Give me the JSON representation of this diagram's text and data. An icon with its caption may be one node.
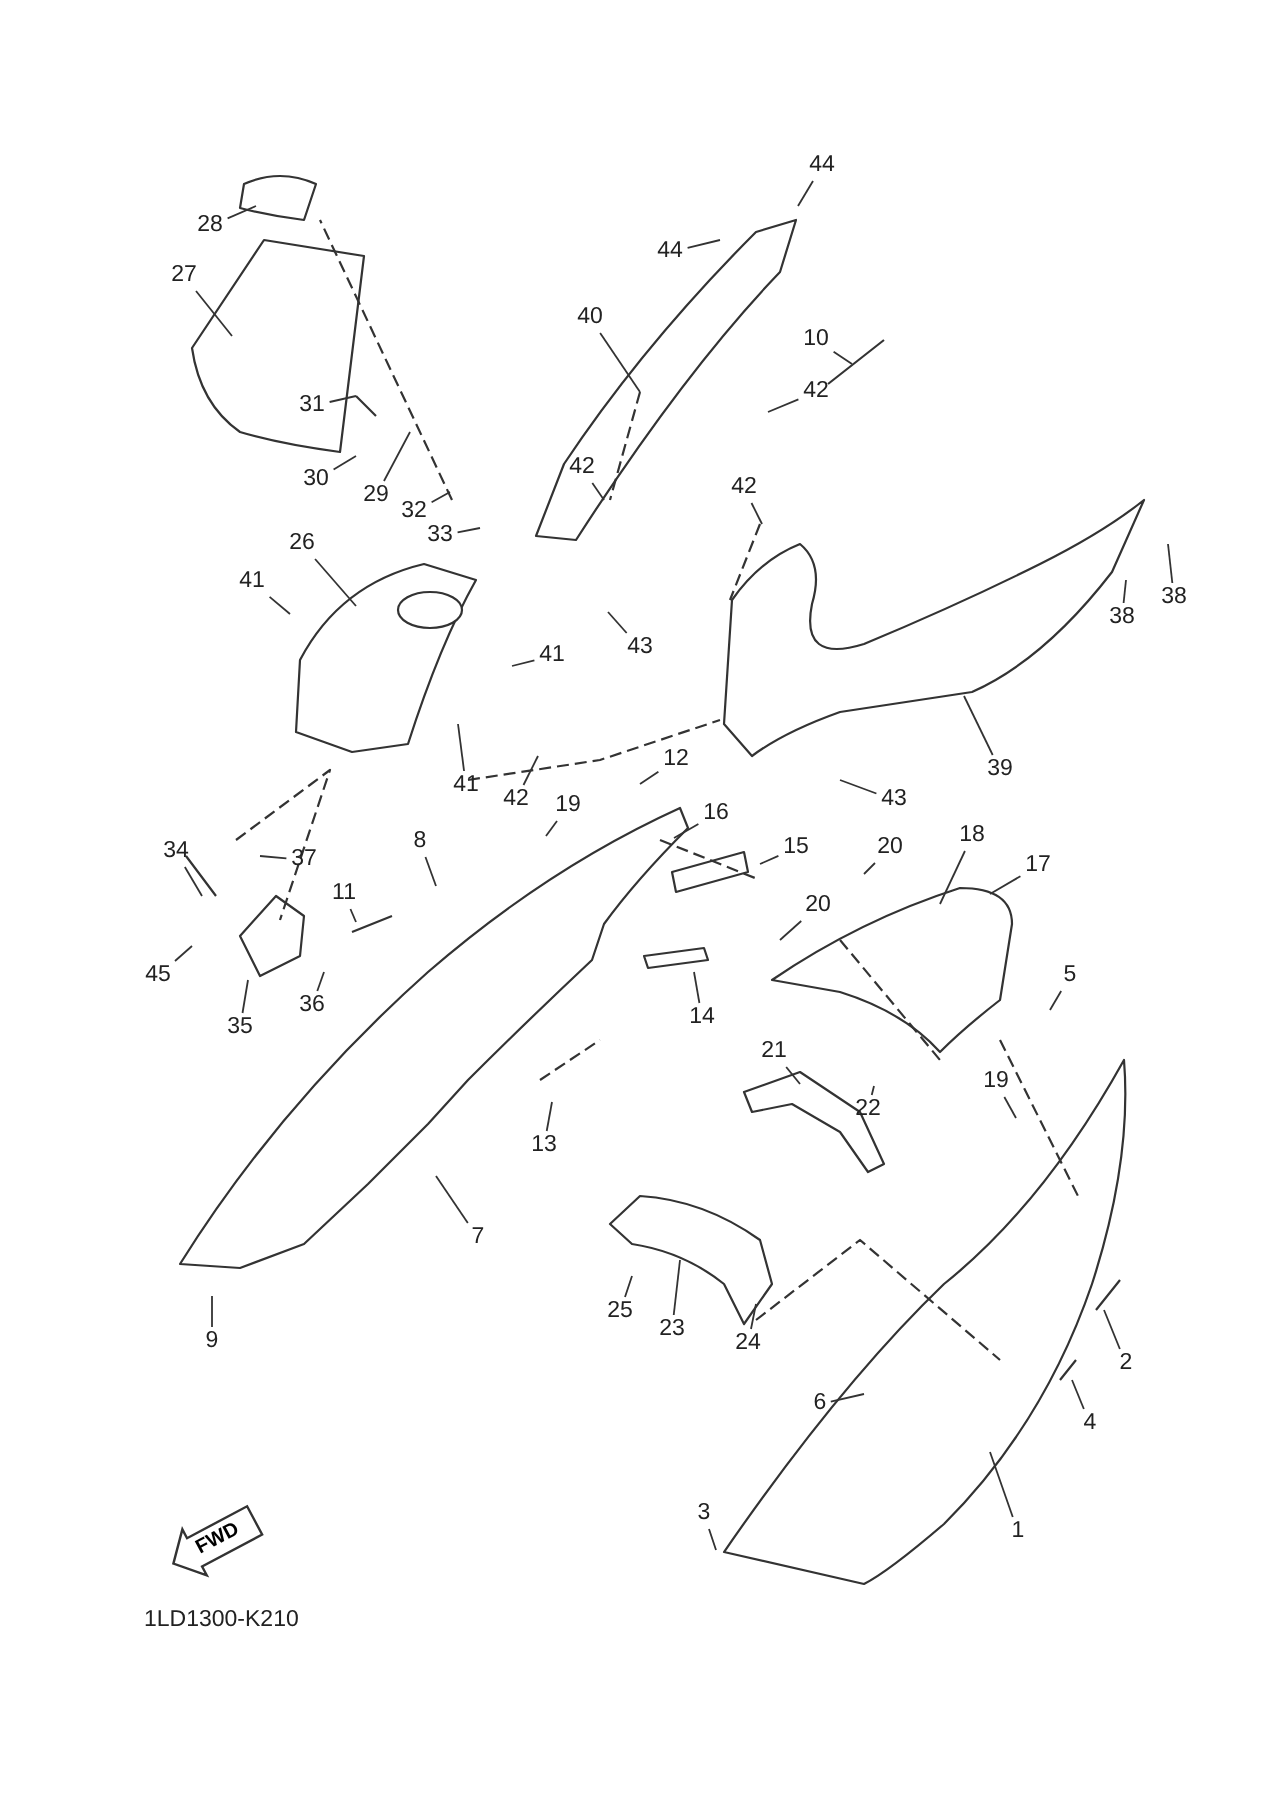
{
  "diagram": {
    "nodes": [
      {
        "text": [
          "28"
        ]
      },
      {
        "text": [
          "27"
        ]
      },
      {
        "text": [
          "31"
        ]
      },
      {
        "text": [
          "30"
        ]
      },
      {
        "text": [
          "29"
        ]
      },
      {
        "text": [
          "32"
        ]
      },
      {
        "text": [
          "33"
        ]
      },
      {
        "text": [
          "26"
        ]
      },
      {
        "text": [
          "41"
        ]
      },
      {
        "text": [
          "41"
        ]
      },
      {
        "text": [
          "41"
        ]
      },
      {
        "text": [
          "40"
        ]
      },
      {
        "text": [
          "44"
        ]
      },
      {
        "text": [
          "44"
        ]
      },
      {
        "text": [
          "42"
        ]
      },
      {
        "text": [
          "42"
        ]
      },
      {
        "text": [
          "42"
        ]
      },
      {
        "text": [
          "43"
        ]
      },
      {
        "text": [
          "43"
        ]
      },
      {
        "text": [
          "10"
        ]
      },
      {
        "text": [
          "38"
        ]
      },
      {
        "text": [
          "38"
        ]
      },
      {
        "text": [
          "39"
        ]
      },
      {
        "text": [
          "42"
        ]
      },
      {
        "text": [
          "12"
        ]
      },
      {
        "text": [
          "19"
        ]
      },
      {
        "text": [
          "16"
        ]
      },
      {
        "text": [
          "15"
        ]
      },
      {
        "text": [
          "20"
        ]
      },
      {
        "text": [
          "18"
        ]
      },
      {
        "text": [
          "17"
        ]
      },
      {
        "text": [
          "20"
        ]
      },
      {
        "text": [
          "34"
        ]
      },
      {
        "text": [
          "37"
        ]
      },
      {
        "text": [
          "8"
        ]
      },
      {
        "text": [
          "11"
        ]
      },
      {
        "text": [
          "45"
        ]
      },
      {
        "text": [
          "36"
        ]
      },
      {
        "text": [
          "35"
        ]
      },
      {
        "text": [
          "14"
        ]
      },
      {
        "text": [
          "5"
        ]
      },
      {
        "text": [
          "21"
        ]
      },
      {
        "text": [
          "22"
        ]
      },
      {
        "text": [
          "19"
        ]
      },
      {
        "text": [
          "13"
        ]
      },
      {
        "text": [
          "7"
        ]
      },
      {
        "text": [
          "9"
        ]
      },
      {
        "text": [
          "25"
        ]
      },
      {
        "text": [
          "23"
        ]
      },
      {
        "text": [
          "24"
        ]
      },
      {
        "text": [
          "6"
        ]
      },
      {
        "text": [
          "2"
        ]
      },
      {
        "text": [
          "4"
        ]
      },
      {
        "text": [
          "3"
        ]
      },
      {
        "text": [
          "1"
        ]
      },
      {
        "text": [
          "FWD"
        ]
      }
    ],
    "edges": [
      {
        "from": 0,
        "to": null,
        "arrow": "none"
      },
      {
        "from": 1,
        "to": null,
        "arrow": "none"
      },
      {
        "from": 2,
        "to": null,
        "arrow": "none"
      },
      {
        "from": 3,
        "to": null,
        "arrow": "none"
      },
      {
        "from": 4,
        "to": null,
        "arrow": "none"
      },
      {
        "from": 5,
        "to": null,
        "arrow": "none"
      },
      {
        "from": 6,
        "to": null,
        "arrow": "none"
      },
      {
        "from": 7,
        "to": null,
        "arrow": "none"
      },
      {
        "from": 8,
        "to": null,
        "arrow": "none"
      },
      {
        "from": 9,
        "to": null,
        "arrow": "none"
      },
      {
        "from": 10,
        "to": null,
        "arrow": "none"
      },
      {
        "from": 11,
        "to": null,
        "arrow": "none"
      },
      {
        "from": 12,
        "to": null,
        "arrow": "none"
      },
      {
        "from": 13,
        "to": null,
        "arrow": "none"
      },
      {
        "from": 14,
        "to": null,
        "arrow": "none"
      },
      {
        "from": 15,
        "to": null,
        "arrow": "none"
      },
      {
        "from": 16,
        "to": null,
        "arrow": "none"
      },
      {
        "from": 17,
        "to": null,
        "arrow": "none"
      },
      {
        "from": 18,
        "to": null,
        "arrow": "none"
      },
      {
        "from": 19,
        "to": null,
        "arrow": "none"
      },
      {
        "from": 20,
        "to": null,
        "arrow": "none"
      },
      {
        "from": 21,
        "to": null,
        "arrow": "none"
      },
      {
        "from": 22,
        "to": null,
        "arrow": "none"
      },
      {
        "from": 23,
        "to": null,
        "arrow": "none"
      },
      {
        "from": 24,
        "to": null,
        "arrow": "none"
      },
      {
        "from": 25,
        "to": null,
        "arrow": "none"
      },
      {
        "from": 26,
        "to": null,
        "arrow": "none"
      },
      {
        "from": 27,
        "to": null,
        "arrow": "none"
      },
      {
        "from": 28,
        "to": null,
        "arrow": "none"
      },
      {
        "from": 29,
        "to": null,
        "arrow": "none"
      },
      {
        "from": 30,
        "to": null,
        "arrow": "none"
      },
      {
        "from": 31,
        "to": null,
        "arrow": "none"
      },
      {
        "from": 32,
        "to": null,
        "arrow": "none"
      },
      {
        "from": 33,
        "to": null,
        "arrow": "none"
      },
      {
        "from": 34,
        "to": null,
        "arrow": "none"
      },
      {
        "from": 35,
        "to": null,
        "arrow": "none"
      },
      {
        "from": 36,
        "to": null,
        "arrow": "none"
      },
      {
        "from": 37,
        "to": null,
        "arrow": "none"
      },
      {
        "from": 38,
        "to": null,
        "arrow": "none"
      },
      {
        "from": 39,
        "to": null,
        "arrow": "none"
      },
      {
        "from": 40,
        "to": null,
        "arrow": "none"
      },
      {
        "from": 41,
        "to": null,
        "arrow": "none"
      },
      {
        "from": 42,
        "to": null,
        "arrow": "none"
      },
      {
        "from": 43,
        "to": null,
        "arrow": "none"
      },
      {
        "from": 44,
        "to": null,
        "arrow": "none"
      },
      {
        "from": 45,
        "to": null,
        "arrow": "none"
      },
      {
        "from": 46,
        "to": null,
        "arrow": "none"
      },
      {
        "from": 47,
        "to": null,
        "arrow": "none"
      },
      {
        "from": 48,
        "to": null,
        "arrow": "none"
      },
      {
        "from": 49,
        "to": null,
        "arrow": "none"
      },
      {
        "from": 50,
        "to": null,
        "arrow": "none"
      },
      {
        "from": 51,
        "to": null,
        "arrow": "none"
      },
      {
        "from": 52,
        "to": null,
        "arrow": "none"
      },
      {
        "from": 53,
        "to": null,
        "arrow": "none"
      },
      {
        "from": 54,
        "to": null,
        "arrow": "none"
      }
    ],
    "labels": [
      "1LD1300-K210"
    ]
  }
}
